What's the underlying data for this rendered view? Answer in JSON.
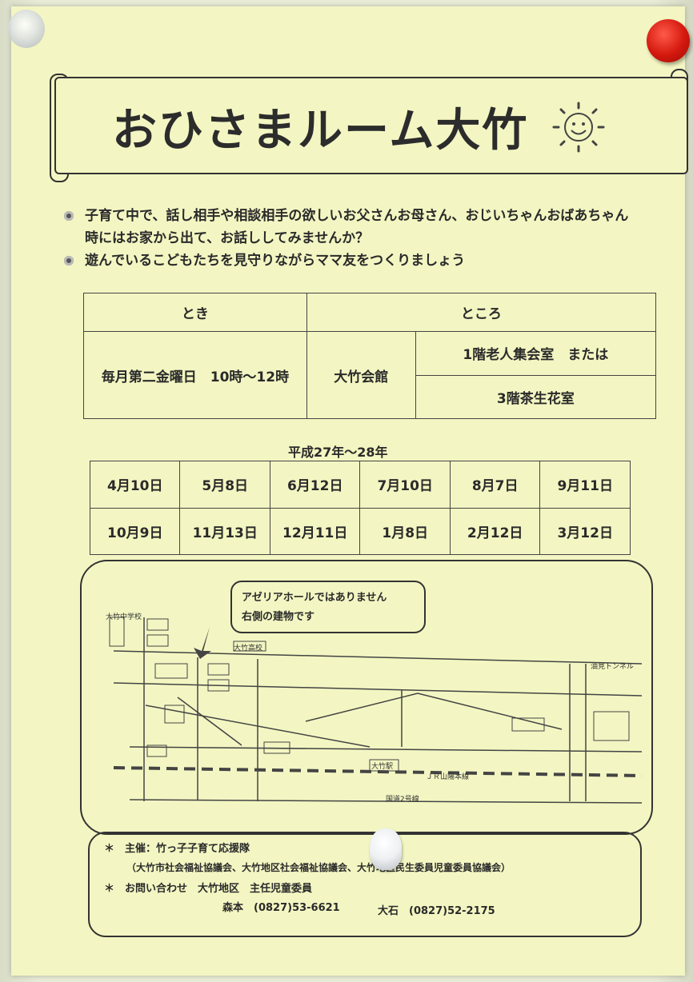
{
  "title": "おひさまルーム大竹",
  "intro": {
    "line1": "子育て中で、話し相手や相談相手の欲しいお父さんお母さん、おじいちゃんおばあちゃん",
    "line2": "時にはお家から出て、お話ししてみませんか？",
    "line3": "遊んでいるこどもたちを見守りながらママ友をつくりましょう"
  },
  "info_table": {
    "when_header": "とき",
    "where_header": "ところ",
    "when": "毎月第二金曜日　10時〜12時",
    "venue": "大竹会館",
    "room1": "1階老人集会室　または",
    "room2": "3階茶生花室"
  },
  "year_label": "平成27年〜28年",
  "dates_row1": [
    "4月10日",
    "5月8日",
    "6月12日",
    "7月10日",
    "8月7日",
    "9月11日"
  ],
  "dates_row2": [
    "10月9日",
    "11月13日",
    "12月11日",
    "1月8日",
    "2月12日",
    "3月12日"
  ],
  "map": {
    "callout_line1": "アゼリアホールではありません",
    "callout_line2": "右側の建物です",
    "labels": {
      "school": "大竹中学校",
      "high_school": "大竹高校",
      "station": "大竹駅",
      "railway": "ＪＲ山陽本線",
      "route2": "国道2号線",
      "tunnel": "油見トンネル"
    }
  },
  "footer": {
    "organizer": "主催：竹っ子子育て応援隊",
    "organizer_detail": "（大竹市社会福祉協議会、大竹地区社会福祉協議会、大竹地区民生委員児童委員協議会）",
    "contact": "お問い合わせ　大竹地区　主任児童委員",
    "contact1": "森本　(0827)53-6621",
    "contact2": "大石　(0827)52-2175",
    "star": "＊"
  }
}
